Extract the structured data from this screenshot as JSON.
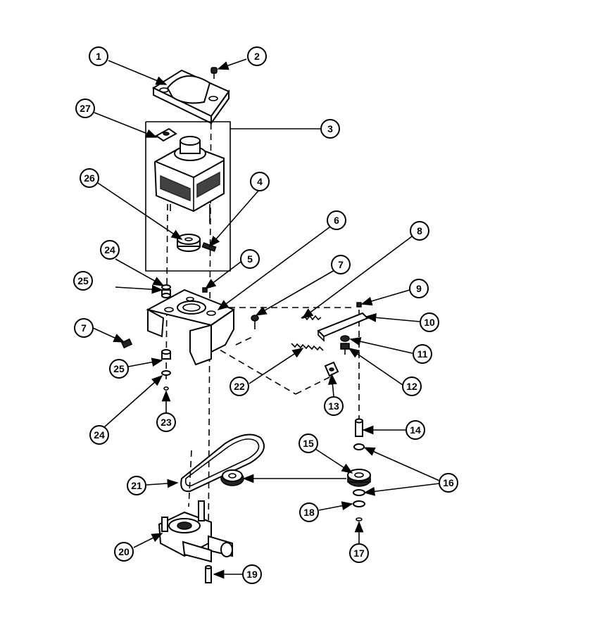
{
  "callouts": [
    "1",
    "2",
    "3",
    "4",
    "5",
    "6",
    "7",
    "7",
    "8",
    "9",
    "10",
    "11",
    "12",
    "13",
    "14",
    "15",
    "16",
    "16",
    "17",
    "18",
    "19",
    "20",
    "21",
    "22",
    "23",
    "24",
    "24",
    "25",
    "25",
    "26",
    "27"
  ]
}
